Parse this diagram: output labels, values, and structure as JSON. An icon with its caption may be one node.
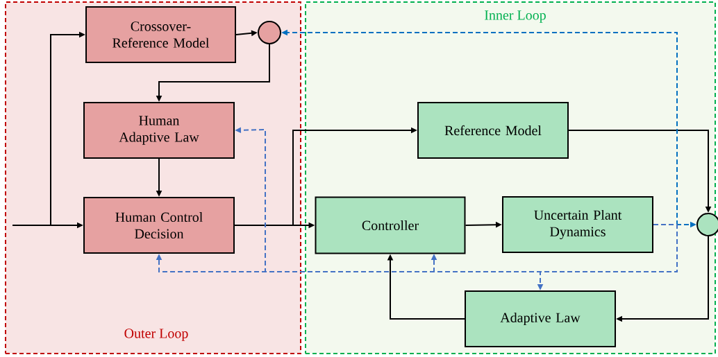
{
  "diagram": {
    "nodes": [
      {
        "text": [
          "Outer Loop"
        ]
      },
      {
        "text": [
          "Inner Loop"
        ]
      },
      {
        "text": [
          "Crossover- Reference Model"
        ],
        "in": 0
      },
      {
        "text": [],
        "shape": "circle",
        "in": 0
      },
      {
        "text": [
          "Human Adaptive Law"
        ],
        "in": 0
      },
      {
        "text": [
          "Human Control Decision"
        ],
        "in": 0
      },
      {
        "text": [
          "Reference Model"
        ],
        "in": 1
      },
      {
        "text": [
          "Controller"
        ],
        "in": 1
      },
      {
        "text": [
          "Uncertain Plant Dynamics"
        ],
        "in": 1
      },
      {
        "text": [],
        "shape": "circle"
      },
      {
        "text": [
          "Adaptive Law"
        ],
        "in": 1
      }
    ],
    "edges": [
      {
        "from": null,
        "to": 5,
        "arrow": "to"
      },
      {
        "from": null,
        "to": 2,
        "arrow": "to"
      },
      {
        "from": 2,
        "to": 3,
        "arrow": "to"
      },
      {
        "from": 3,
        "to": 4,
        "arrow": "to"
      },
      {
        "from": 4,
        "to": 5,
        "arrow": "to"
      },
      {
        "from": 5,
        "to": 7,
        "arrow": "to"
      },
      {
        "from": 5,
        "to": 6,
        "arrow": "to"
      },
      {
        "from": 6,
        "to": 9,
        "arrow": "to"
      },
      {
        "from": 7,
        "to": 8,
        "arrow": "to"
      },
      {
        "from": 8,
        "to": 9,
        "arrow": "to",
        "style": "dashed",
        "color": "#0070c0"
      },
      {
        "from": 9,
        "to": 10,
        "arrow": "to"
      },
      {
        "from": 10,
        "to": 7,
        "arrow": "to"
      },
      {
        "from": 8,
        "to": 3,
        "arrow": "to",
        "style": "dashed",
        "color": "#0070c0"
      },
      {
        "from": 8,
        "to": 4,
        "arrow": "to",
        "style": "dashed",
        "color": "#4472c4"
      },
      {
        "from": 8,
        "to": 5,
        "arrow": "to",
        "style": "dashed",
        "color": "#4472c4"
      },
      {
        "from": 8,
        "to": 7,
        "arrow": "to",
        "style": "dashed",
        "color": "#4472c4"
      },
      {
        "from": 8,
        "to": 10,
        "arrow": "to",
        "style": "dashed",
        "color": "#4472c4"
      }
    ]
  }
}
